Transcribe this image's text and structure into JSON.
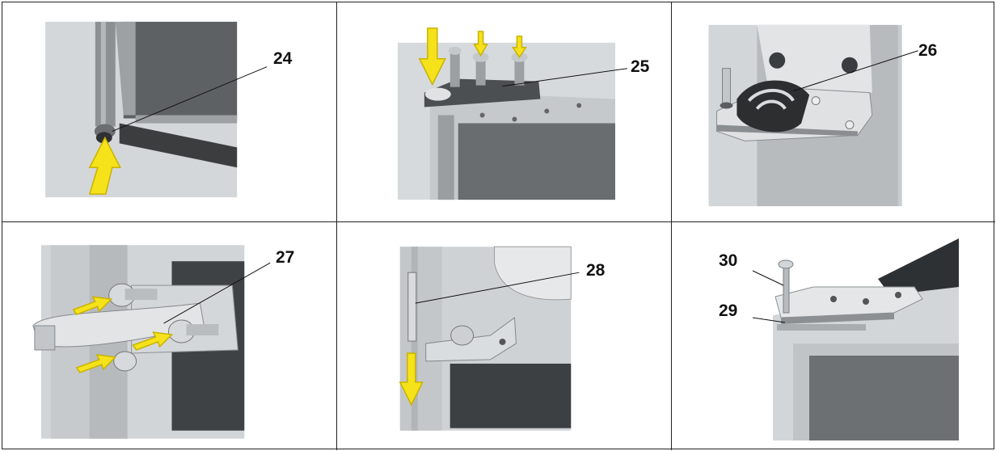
{
  "panels": [
    {
      "step": "24"
    },
    {
      "step": "25"
    },
    {
      "step": "26"
    },
    {
      "step": "27"
    },
    {
      "step": "28"
    },
    {
      "step": "29",
      "step_b": "30"
    }
  ],
  "colors": {
    "arrow": "#f5e21a",
    "arrow_stroke": "#c9b200",
    "metal": "#b8bcbf",
    "dark": "#3a3c3e",
    "bg": "#d9dcde"
  }
}
